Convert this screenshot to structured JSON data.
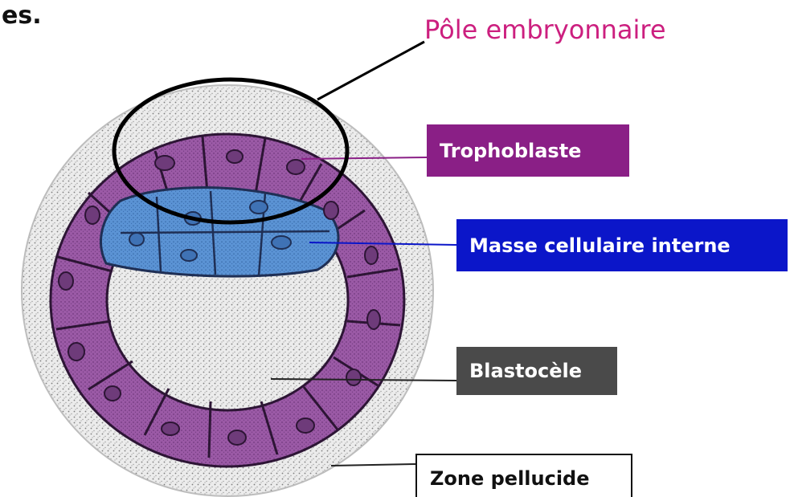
{
  "corner_text": "es.",
  "labels": {
    "pole": "Pôle embryonnaire",
    "trophoblaste": "Trophoblaste",
    "masse": "Masse cellulaire interne",
    "blastocele": "Blastocèle",
    "zone": "Zone pellucide"
  },
  "colors": {
    "pole_text": "#cc1f7f",
    "trophoblaste_tag": "#8a1f86",
    "masse_tag": "#0b16c9",
    "blastocele_tag": "#4a4a4a",
    "trophoblast_cells": "#9b5aa6",
    "icm_cells": "#5b93d4",
    "zona": "#d9d9d9"
  }
}
